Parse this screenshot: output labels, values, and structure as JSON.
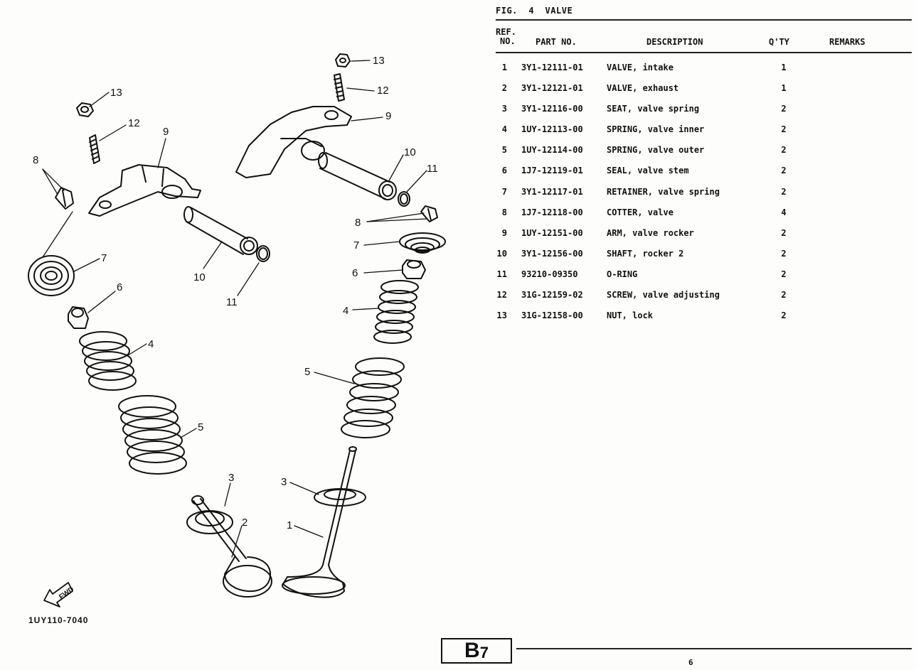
{
  "figure": {
    "label": "FIG.",
    "number": "4",
    "title": "VALVE"
  },
  "table": {
    "headers": {
      "ref_line1": "REF.",
      "ref_line2": "NO.",
      "part_no": "PART NO.",
      "description": "DESCRIPTION",
      "qty": "Q'TY",
      "remarks": "REMARKS"
    },
    "rows": [
      {
        "ref": "1",
        "part_no": "3Y1-12111-01",
        "description": "VALVE, intake",
        "qty": "1",
        "remarks": ""
      },
      {
        "ref": "2",
        "part_no": "3Y1-12121-01",
        "description": "VALVE, exhaust",
        "qty": "1",
        "remarks": ""
      },
      {
        "ref": "3",
        "part_no": "3Y1-12116-00",
        "description": "SEAT, valve spring",
        "qty": "2",
        "remarks": ""
      },
      {
        "ref": "4",
        "part_no": "1UY-12113-00",
        "description": "SPRING, valve inner",
        "qty": "2",
        "remarks": ""
      },
      {
        "ref": "5",
        "part_no": "1UY-12114-00",
        "description": "SPRING, valve outer",
        "qty": "2",
        "remarks": ""
      },
      {
        "ref": "6",
        "part_no": "1J7-12119-01",
        "description": "SEAL, valve stem",
        "qty": "2",
        "remarks": ""
      },
      {
        "ref": "7",
        "part_no": "3Y1-12117-01",
        "description": "RETAINER, valve spring",
        "qty": "2",
        "remarks": ""
      },
      {
        "ref": "8",
        "part_no": "1J7-12118-00",
        "description": "COTTER, valve",
        "qty": "4",
        "remarks": ""
      },
      {
        "ref": "9",
        "part_no": "1UY-12151-00",
        "description": "ARM, valve rocker",
        "qty": "2",
        "remarks": ""
      },
      {
        "ref": "10",
        "part_no": "3Y1-12156-00",
        "description": "SHAFT, rocker 2",
        "qty": "2",
        "remarks": ""
      },
      {
        "ref": "11",
        "part_no": "93210-09350",
        "description": "O-RING",
        "qty": "2",
        "remarks": ""
      },
      {
        "ref": "12",
        "part_no": "31G-12159-02",
        "description": "SCREW, valve adjusting",
        "qty": "2",
        "remarks": ""
      },
      {
        "ref": "13",
        "part_no": "31G-12158-00",
        "description": "NUT, lock",
        "qty": "2",
        "remarks": ""
      }
    ]
  },
  "diagram": {
    "code": "1UY110-7040",
    "fwd_label": "FWD",
    "callouts": {
      "c13a": "13",
      "c12a": "12",
      "c9a": "9",
      "c8a": "8",
      "c7a": "7",
      "c6a": "6",
      "c4a": "4",
      "c5a": "5",
      "c10a": "10",
      "c11a": "11",
      "c3a": "3",
      "c2a": "2",
      "c13b": "13",
      "c12b": "12",
      "c9b": "9",
      "c10b": "10",
      "c11b": "11",
      "c8b": "8",
      "c7b": "7",
      "c6b": "6",
      "c4b": "4",
      "c5b": "5",
      "c3b": "3",
      "c1b": "1"
    }
  },
  "footer": {
    "section_letter": "B",
    "section_number": "7",
    "page": "6"
  }
}
